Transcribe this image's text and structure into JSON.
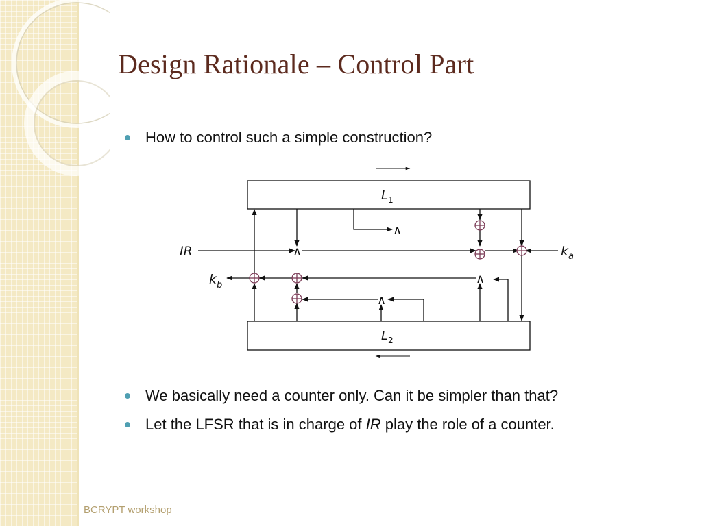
{
  "slide": {
    "title": "Design Rationale – Control Part",
    "footer": "BCRYPT workshop"
  },
  "bullets": [
    {
      "parts": [
        {
          "text": "How to control such a simple construction?",
          "italic": false
        }
      ]
    },
    {
      "parts": [
        {
          "text": "We basically need a counter only. Can it be simpler than that?",
          "italic": false
        }
      ]
    },
    {
      "parts": [
        {
          "text": "Let the LFSR that is in charge of ",
          "italic": false
        },
        {
          "text": "IR",
          "italic": true
        },
        {
          "text": " play the role of a counter.",
          "italic": false
        }
      ]
    }
  ],
  "diagram": {
    "register_top": {
      "name": "L",
      "sub": "1"
    },
    "register_bottom": {
      "name": "L",
      "sub": "2"
    },
    "input_ir": "IR",
    "input_ka": {
      "name": "k",
      "sub": "a"
    },
    "output_kb": {
      "name": "k",
      "sub": "b"
    },
    "and_symbol": "∧",
    "xor_symbol": "⊕",
    "colors": {
      "gate_stroke": "#7a3a55",
      "line": "#111111"
    }
  },
  "theme": {
    "title_color": "#5c2a1e",
    "bullet_color": "#4f9fb2",
    "footer_color": "#b4a070",
    "sidebar_color": "#f4e9c4"
  }
}
